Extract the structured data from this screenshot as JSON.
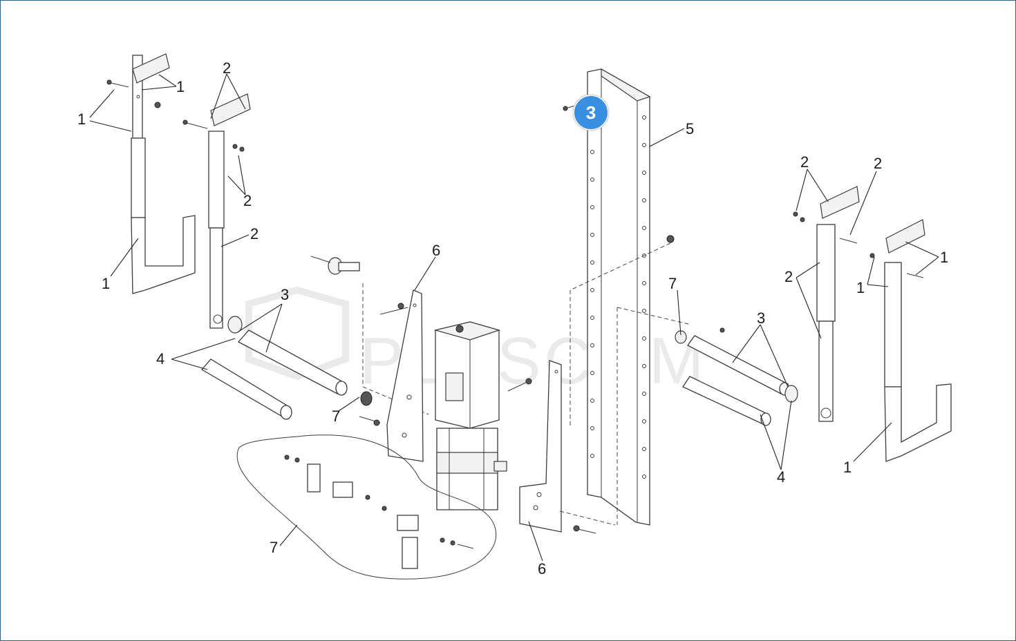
{
  "diagram": {
    "watermark": "PLUSCOM",
    "badge": {
      "label": "3",
      "color": "#3b8fe0"
    },
    "border_color": "#2f5f8a",
    "callouts": [
      {
        "id": "c1a",
        "text": "1"
      },
      {
        "id": "c1b",
        "text": "1"
      },
      {
        "id": "c1c",
        "text": "1"
      },
      {
        "id": "c2a",
        "text": "2"
      },
      {
        "id": "c2b",
        "text": "2"
      },
      {
        "id": "c2c",
        "text": "2"
      },
      {
        "id": "c3a",
        "text": "3"
      },
      {
        "id": "c4a",
        "text": "4"
      },
      {
        "id": "c7a",
        "text": "7"
      },
      {
        "id": "c7b",
        "text": "7"
      },
      {
        "id": "c6a",
        "text": "6"
      },
      {
        "id": "c6b",
        "text": "6"
      },
      {
        "id": "c5a",
        "text": "5"
      },
      {
        "id": "c7c",
        "text": "7"
      },
      {
        "id": "c3b",
        "text": "3"
      },
      {
        "id": "c4b",
        "text": "4"
      },
      {
        "id": "c2d",
        "text": "2"
      },
      {
        "id": "c2e",
        "text": "2"
      },
      {
        "id": "c2f",
        "text": "2"
      },
      {
        "id": "c1d",
        "text": "1"
      },
      {
        "id": "c1e",
        "text": "1"
      },
      {
        "id": "c1f",
        "text": "1"
      }
    ]
  }
}
